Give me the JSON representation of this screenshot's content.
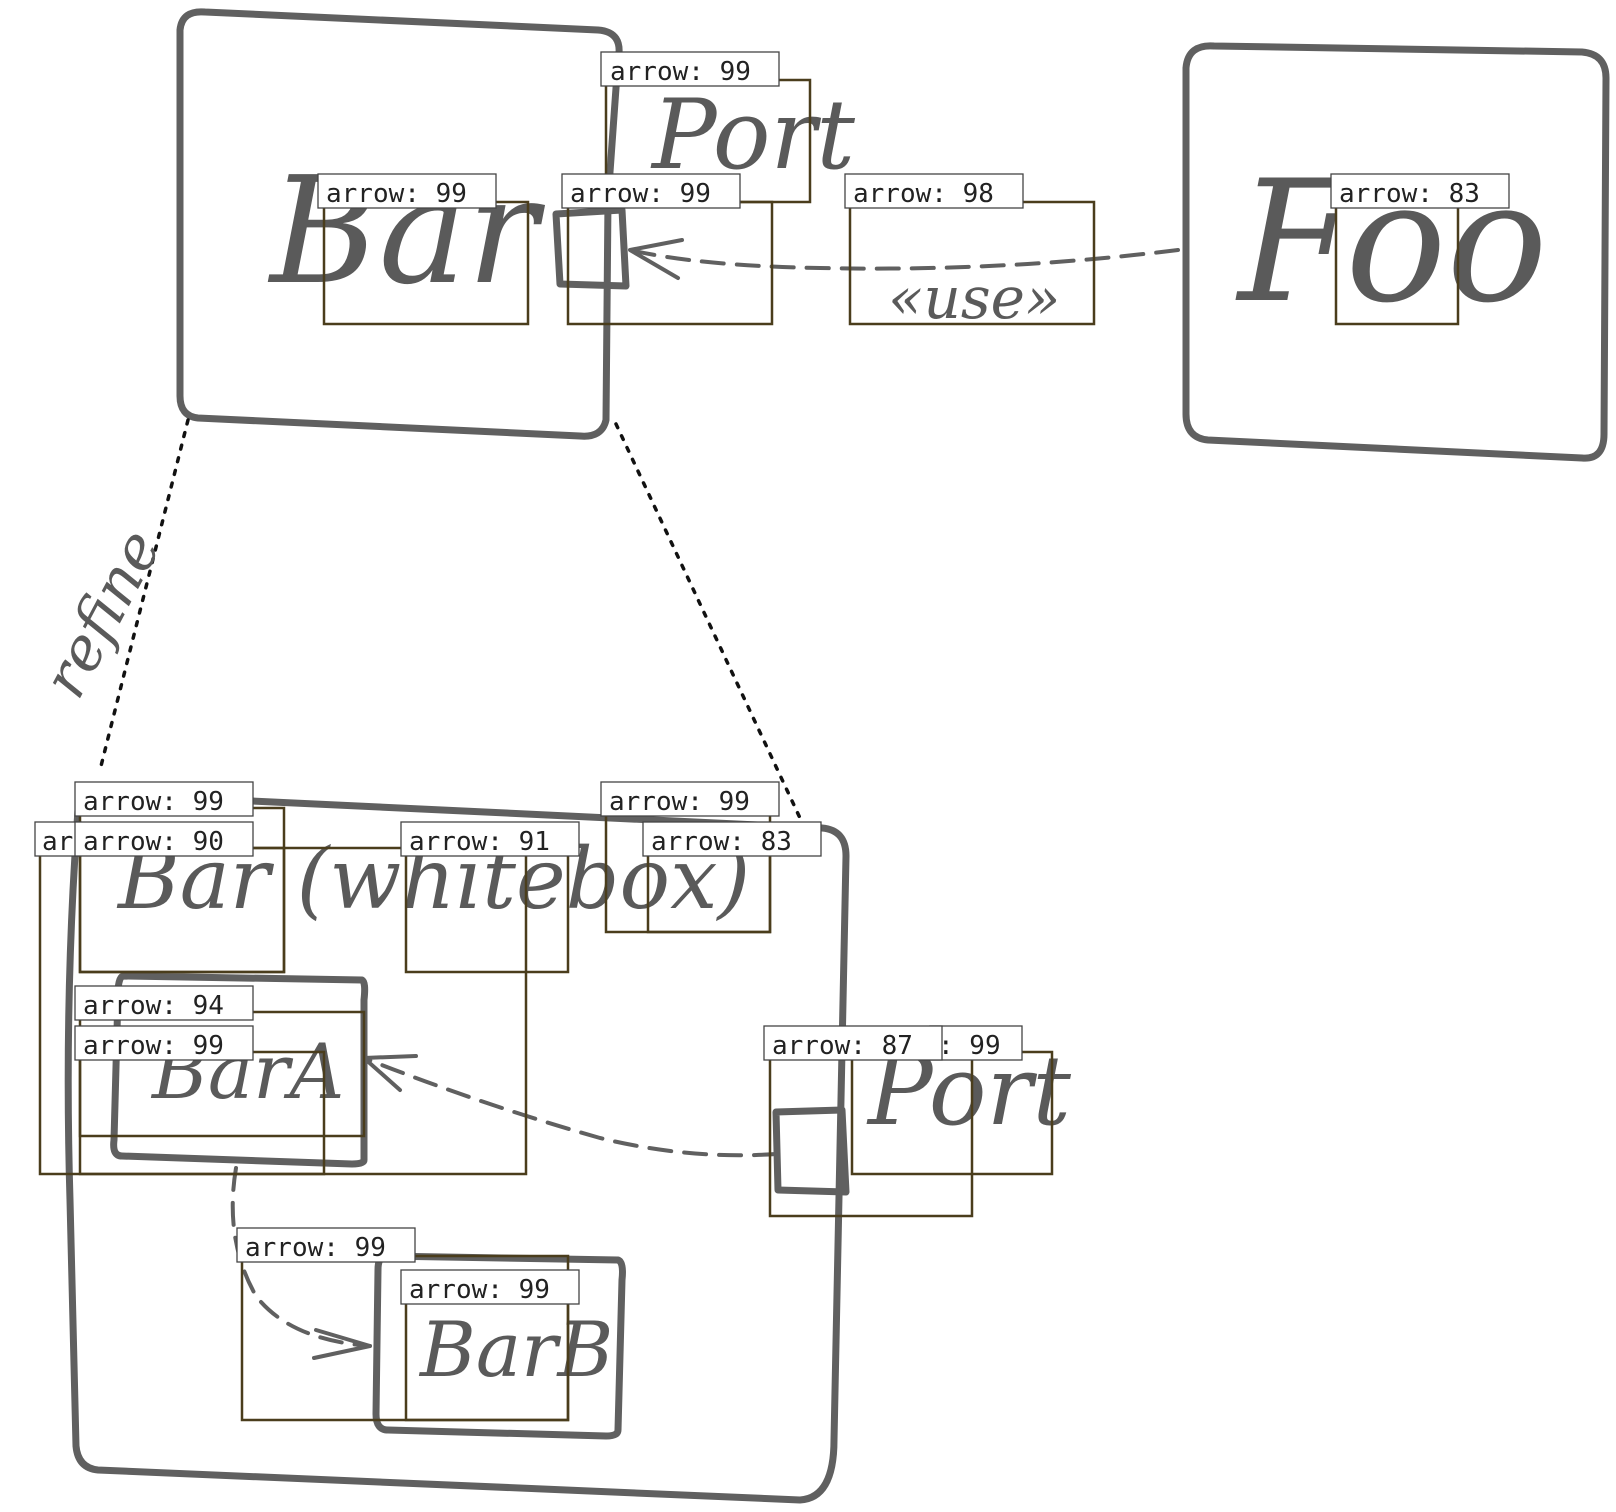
{
  "diagram": {
    "nodes": {
      "bar": "Bar",
      "port_top": "Port",
      "use_label": "«use»",
      "foo": "Foo",
      "refine_label": "refine",
      "bar_whitebox": "Bar (whitebox)",
      "bar_a": "BarA",
      "bar_b": "BarB",
      "port_bottom": "Port"
    },
    "detections": [
      {
        "id": "d1",
        "label": "arrow: 99"
      },
      {
        "id": "d2",
        "label": "arrow: 99"
      },
      {
        "id": "d3",
        "label": "arrow: 99"
      },
      {
        "id": "d4",
        "label": "arrow: 98"
      },
      {
        "id": "d5",
        "label": "arrow: 83"
      },
      {
        "id": "d6",
        "label": "arrow: 99"
      },
      {
        "id": "d7",
        "label": "ar"
      },
      {
        "id": "d8",
        "label": "arrow: 90"
      },
      {
        "id": "d9",
        "label": "arrow: 91"
      },
      {
        "id": "d10",
        "label": "arrow: 99"
      },
      {
        "id": "d11",
        "label": "arrow: 83"
      },
      {
        "id": "d12",
        "label": "arrow: 94"
      },
      {
        "id": "d13",
        "label": "arrow: 99"
      },
      {
        "id": "d14",
        "label": ": 99"
      },
      {
        "id": "d15",
        "label": "arrow: 87"
      },
      {
        "id": "d16",
        "label": "arrow: 99"
      },
      {
        "id": "d17",
        "label": "arrow: 99"
      }
    ]
  },
  "colors": {
    "sketch": "#606060",
    "detection_box": "#4a3d1c",
    "tag_border": "#444444"
  }
}
